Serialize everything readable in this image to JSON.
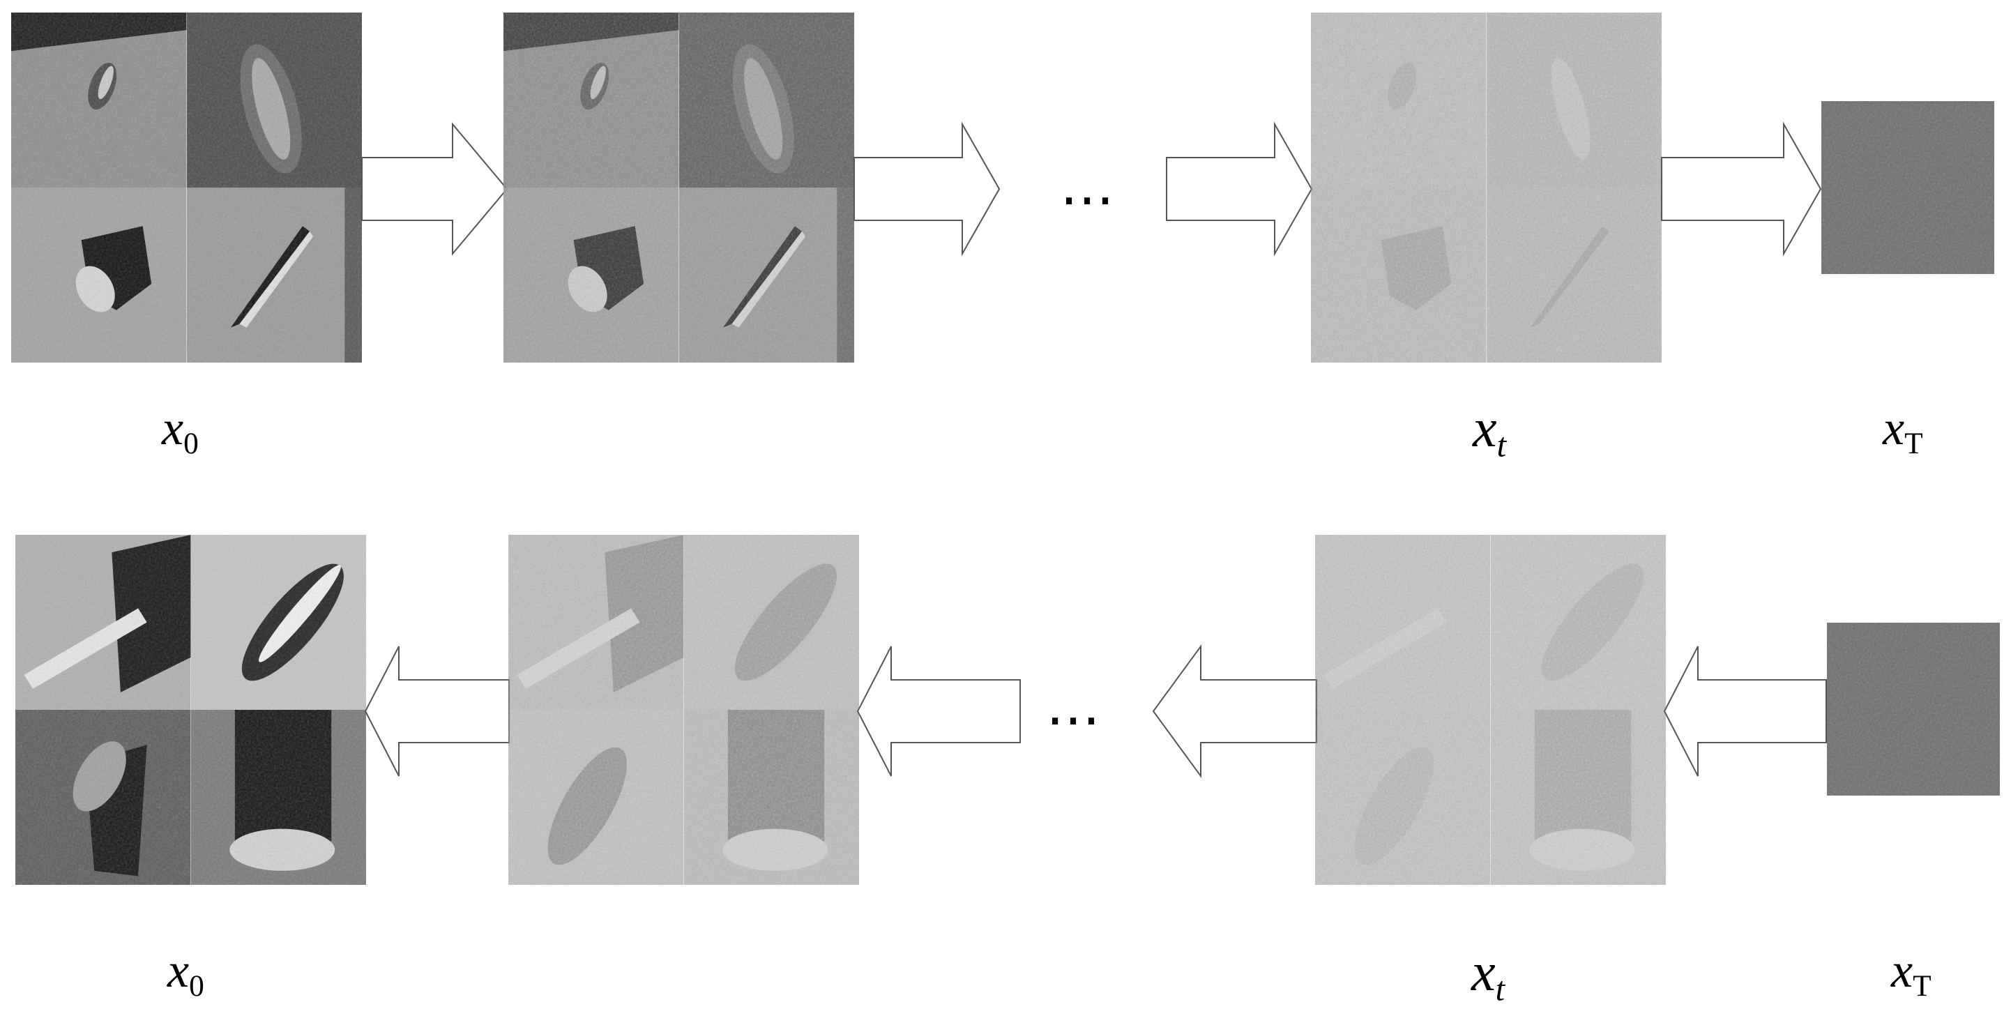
{
  "diagram": {
    "forward_row": {
      "ellipsis": "…",
      "labels": [
        {
          "base": "x",
          "sub": "0"
        },
        {
          "base": "x",
          "sub": "t"
        },
        {
          "base": "x",
          "sub": "T"
        }
      ]
    },
    "reverse_row": {
      "ellipsis": "…",
      "labels": [
        {
          "base": "x",
          "sub": "0"
        },
        {
          "base": "x",
          "sub": "t"
        },
        {
          "base": "x",
          "sub": "T"
        }
      ]
    }
  },
  "colors": {
    "background": "#ffffff",
    "arrow_outline": "#555555",
    "noise_gray": "#6e6e6e"
  }
}
